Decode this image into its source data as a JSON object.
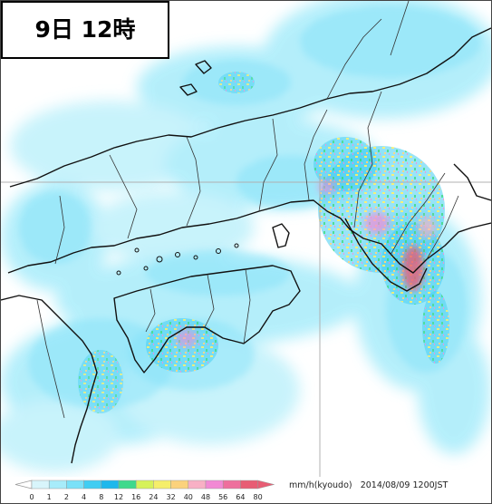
{
  "title": "9日 12時",
  "legend": {
    "unit": "mm/h(kyoudo)",
    "timestamp": "2014/08/09 1200JST",
    "ticks": [
      "0",
      "1",
      "2",
      "4",
      "8",
      "12",
      "16",
      "24",
      "32",
      "40",
      "48",
      "56",
      "64",
      "80"
    ],
    "colors": [
      "#ffffff",
      "#d8f5fb",
      "#a7ecfa",
      "#7ae1f8",
      "#41cdf2",
      "#1eb8ec",
      "#3ed98c",
      "#d6f25a",
      "#f5ee6a",
      "#fbd27c",
      "#f8b0c5",
      "#f289d4",
      "#ee6f9d",
      "#e85d74"
    ]
  },
  "map": {
    "land_color": "#ffffff",
    "rain_colors": {
      "light": "#a7ecfa",
      "mid": "#41cdf2",
      "green": "#3ed98c",
      "yellow": "#f5ee6a",
      "orange": "#fbd27c",
      "pink": "#f289d4",
      "red": "#e85d74"
    }
  }
}
